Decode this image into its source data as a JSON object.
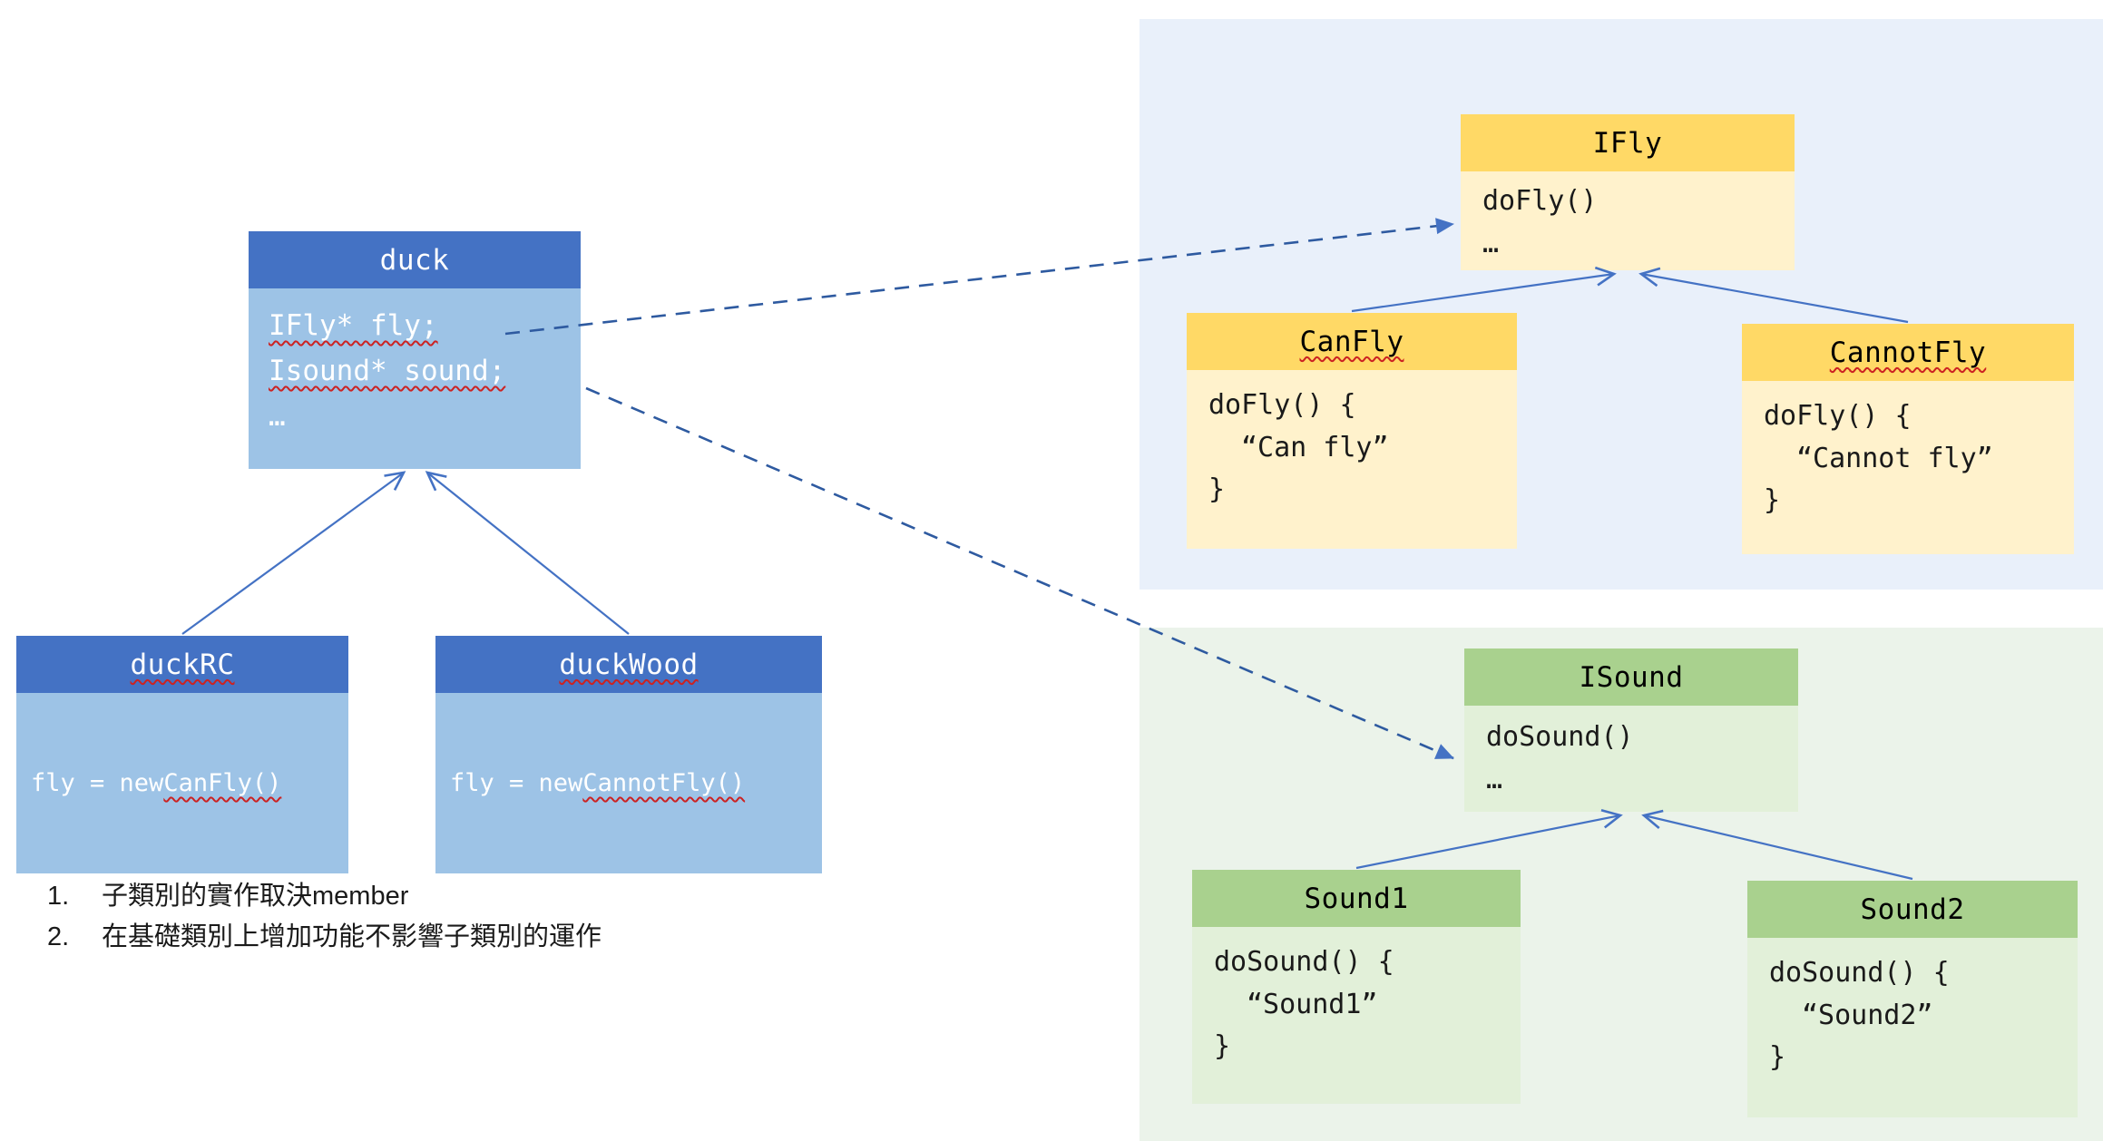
{
  "diagram": {
    "duck": {
      "title": "duck",
      "member_fly": "IFly* fly;",
      "member_sound": "Isound* sound;",
      "member_more": "…"
    },
    "duckRC": {
      "title": "duckRC",
      "assign_prefix": "fly = new ",
      "assign_value": "CanFly()"
    },
    "duckWood": {
      "title": "duckWood",
      "assign_prefix": "fly = new ",
      "assign_value": "CannotFly()"
    },
    "ifly": {
      "title": "IFly",
      "line1": "doFly()",
      "line2": "…"
    },
    "canfly": {
      "title": "CanFly",
      "line1": "doFly() {",
      "line2": "“Can fly”",
      "line3": "}"
    },
    "cannotfly": {
      "title": "CannotFly",
      "line1": "doFly() {",
      "line2": "“Cannot fly”",
      "line3": "}"
    },
    "isound": {
      "title": "ISound",
      "line1": "doSound()",
      "line2": "…"
    },
    "sound1": {
      "title": "Sound1",
      "line1": "doSound() {",
      "line2": "“Sound1”",
      "line3": "}"
    },
    "sound2": {
      "title": "Sound2",
      "line1": "doSound() {",
      "line2": "“Sound2”",
      "line3": "}"
    }
  },
  "notes": {
    "items": [
      {
        "num": "1.",
        "text": "子類別的實作取決member"
      },
      {
        "num": "2.",
        "text": "在基礎類別上增加功能不影響子類別的運作"
      }
    ]
  },
  "colors": {
    "class_header_blue": "#4472C4",
    "class_body_blue": "#9DC3E6",
    "class_header_yellow": "#FFD966",
    "class_body_yellow": "#FFF2CC",
    "class_header_green": "#A9D18E",
    "class_body_green": "#E2F0D9",
    "panel_fly_bg": "#E9F0FA",
    "panel_sound_bg": "#EBF3EA",
    "arrow": "#4472C4",
    "spellcheck_underline": "#CC2222"
  }
}
